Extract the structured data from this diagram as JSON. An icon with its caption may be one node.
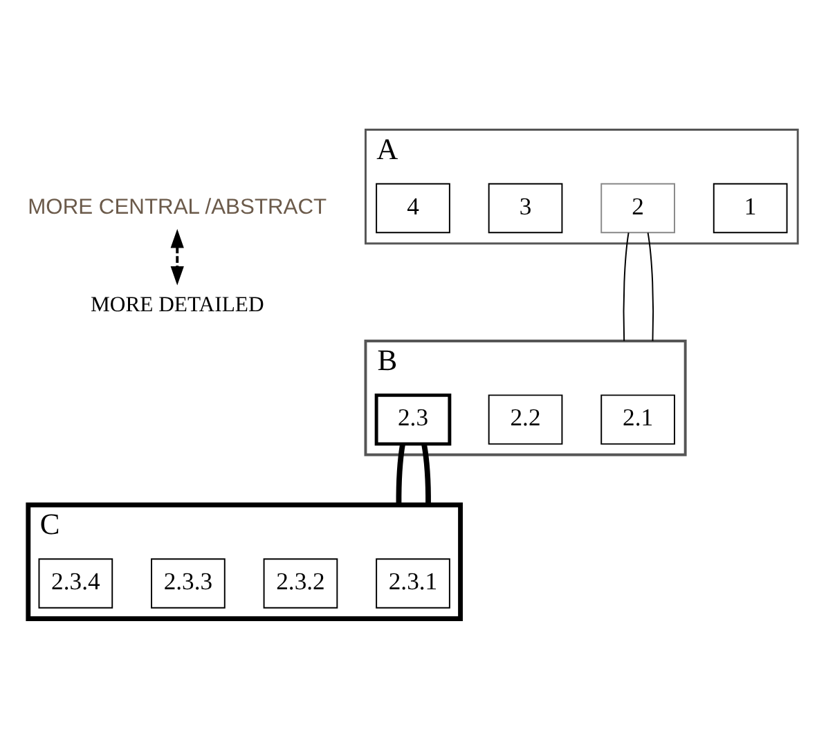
{
  "diagram": {
    "nodes": [
      {
        "text": [
          "MORE CENTRAL /ABSTRACT"
        ]
      },
      {
        "text": [
          "A"
        ]
      },
      {
        "text": [
          "1"
        ],
        "in": 1
      },
      {
        "text": [
          "2"
        ],
        "in": 1
      },
      {
        "text": [
          "3"
        ],
        "in": 1
      },
      {
        "text": [
          "4"
        ],
        "in": 1
      },
      {
        "text": [
          "B"
        ]
      },
      {
        "text": [
          "2.1"
        ],
        "in": 6
      },
      {
        "text": [
          "2.2"
        ],
        "in": 6
      },
      {
        "text": [
          "2.3"
        ],
        "in": 6
      },
      {
        "text": [
          "C"
        ]
      },
      {
        "text": [
          "2.3.1"
        ],
        "in": 10
      },
      {
        "text": [
          "2.3.2"
        ],
        "in": 10
      },
      {
        "text": [
          "2.3.3"
        ],
        "in": 10
      },
      {
        "text": [
          "2.3.4"
        ],
        "in": 10
      },
      {
        "text": [
          "MORE DETAILED"
        ]
      }
    ],
    "edges": [
      {
        "from": 0,
        "to": 15,
        "arrow": "both",
        "style": "dashed"
      },
      {
        "from": 3,
        "to": 6,
        "arrow": "none"
      },
      {
        "from": 3,
        "to": 6,
        "arrow": "none"
      },
      {
        "from": 9,
        "to": 10,
        "arrow": "none",
        "style": "thick"
      },
      {
        "from": 9,
        "to": 10,
        "arrow": "none",
        "style": "thick"
      }
    ]
  }
}
